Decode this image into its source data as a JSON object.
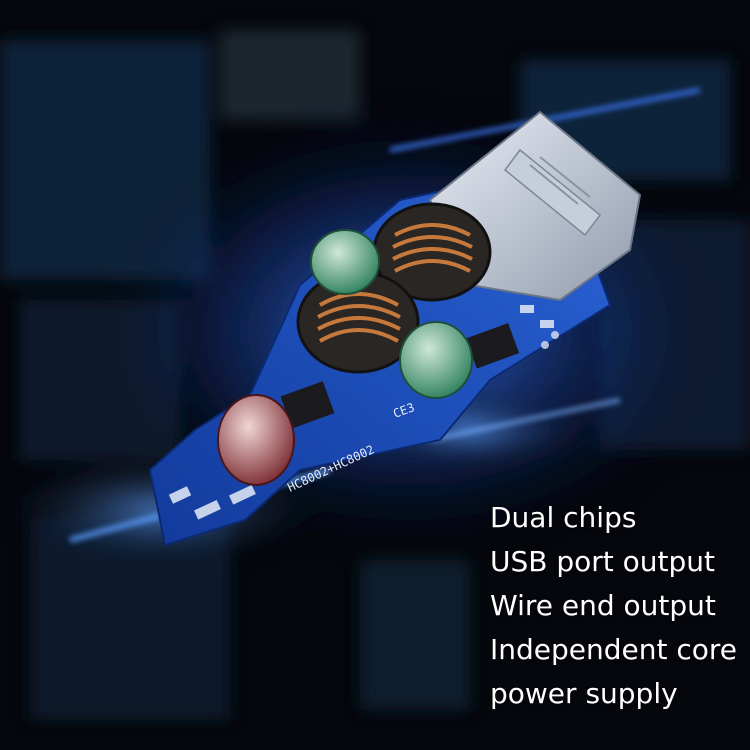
{
  "features": [
    "Dual chips",
    "USB port output",
    "Wire end output",
    "Independent core",
    "power supply"
  ],
  "board": {
    "silkscreen_label": "HC8002+HC8002",
    "ce3_label": "CE3"
  },
  "colors": {
    "background": "#05070c",
    "glow": "#2f6dff",
    "pcb": "#1d4fbf",
    "text": "#ffffff"
  }
}
